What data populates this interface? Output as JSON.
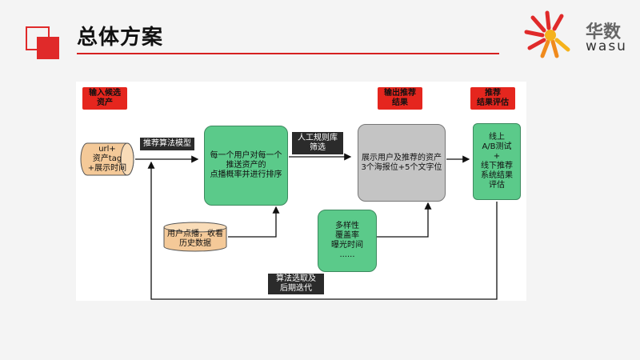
{
  "header": {
    "title": "总体方案"
  },
  "logo": {
    "cn": "华数",
    "en": "wasu"
  },
  "diagram": {
    "label_input": "输入候选\n资产",
    "label_output": "输出推荐\n结果",
    "label_eval": "推荐\n结果评估",
    "assets": "url+\n资产tag\n+展示时间",
    "algo_model": "推荐算法模型",
    "scoring": "每一个用户对每一个\n推送资产的\n点播概率并进行排序",
    "user_history": "用户点播，收看\n历史数据",
    "manual_filter": "人工规则库\n筛选",
    "display": "展示用户及推荐的资产\n3个海报位+5个文字位",
    "metrics": "多样性\n覆盖率\n曝光时间\n......",
    "evaluation": "线上\nA/B测试\n+\n线下推荐\n系统结果\n评估",
    "feedback": "算法选取及\n后期迭代"
  },
  "colors": {
    "accent": "#e02a2a",
    "green": "#5bca8a",
    "gray": "#c4c4c4"
  }
}
